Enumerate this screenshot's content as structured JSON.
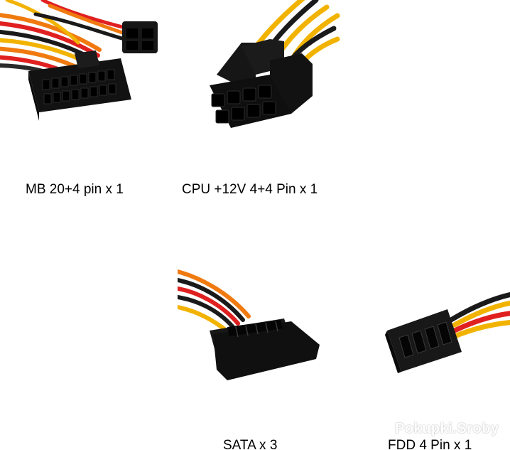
{
  "connectors": [
    {
      "id": "mb",
      "label": "MB 20+4 pin x 1",
      "icon": "atx-24pin-connector-icon"
    },
    {
      "id": "cpu",
      "label": "CPU +12V 4+4 Pin x 1",
      "icon": "eps-8pin-connector-icon"
    },
    {
      "id": "sata",
      "label": "SATA x 3",
      "icon": "sata-power-connector-icon"
    },
    {
      "id": "fdd",
      "label": "FDD 4 Pin x 1",
      "icon": "fdd-4pin-connector-icon"
    }
  ],
  "watermark": {
    "text": "Pokupki.Sroby"
  },
  "colors": {
    "wire_yellow": "#f2b300",
    "wire_orange": "#f07a10",
    "wire_red": "#e02020",
    "wire_black": "#1a1a1a",
    "connector_black": "#151515"
  }
}
